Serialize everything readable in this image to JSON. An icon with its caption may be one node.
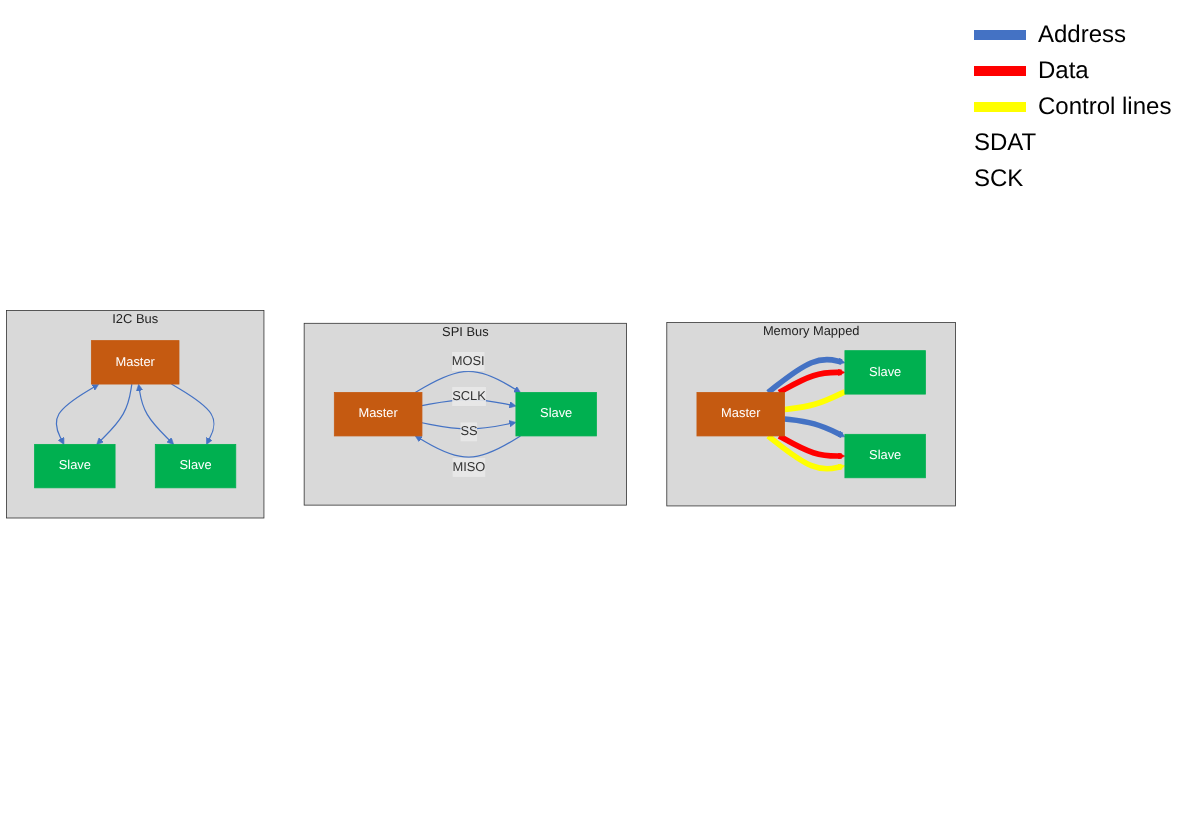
{
  "diagram": {
    "nodes": [
      {
        "text": [
          "Memory Mapped"
        ]
      },
      {
        "text": [
          "Master"
        ],
        "in": 0
      },
      {
        "text": [
          "Slave"
        ],
        "in": 0
      },
      {
        "text": [
          "Slave"
        ],
        "in": 0
      },
      {
        "text": [
          "SPI Bus"
        ]
      },
      {
        "text": [
          "Master"
        ],
        "in": 4
      },
      {
        "text": [
          "Slave"
        ],
        "in": 4
      },
      {
        "text": [
          "I2C Bus"
        ]
      },
      {
        "text": [
          "Master"
        ],
        "in": 7
      },
      {
        "text": [
          "Slave"
        ],
        "in": 7
      },
      {
        "text": [
          "Slave"
        ],
        "in": 7
      }
    ],
    "edges": [
      {
        "from": 1,
        "to": 2,
        "arrow": "to",
        "style": "thick",
        "color": "#4472c4"
      },
      {
        "from": 1,
        "to": 2,
        "arrow": "to",
        "style": "thick",
        "color": "#ff0000"
      },
      {
        "from": 1,
        "to": 2,
        "arrow": "none",
        "style": "thick",
        "color": "#ffff00"
      },
      {
        "from": 1,
        "to": 3,
        "arrow": "to",
        "style": "thick",
        "color": "#4472c4"
      },
      {
        "from": 1,
        "to": 3,
        "arrow": "to",
        "style": "thick",
        "color": "#ff0000"
      },
      {
        "from": 1,
        "to": 3,
        "arrow": "to",
        "style": "thick",
        "color": "#ffff00"
      },
      {
        "from": 6,
        "to": 5,
        "arrow": "to",
        "label": "MISO"
      },
      {
        "from": 5,
        "to": 6,
        "arrow": "to",
        "label": "MOSI"
      },
      {
        "from": 5,
        "to": 6,
        "arrow": "to",
        "label": "SCLK"
      },
      {
        "from": 5,
        "to": 6,
        "arrow": "to",
        "label": "SS"
      },
      {
        "from": 8,
        "to": 9,
        "arrow": "both"
      },
      {
        "from": 8,
        "to": 10,
        "arrow": "both"
      },
      {
        "from": 8,
        "to": 9,
        "arrow": "to"
      },
      {
        "from": 8,
        "to": 10,
        "arrow": "to"
      }
    ],
    "labels": [
      "SDAT",
      "SCK"
    ],
    "legend": [
      {
        "text": "Address",
        "color": "#4472c4"
      },
      {
        "text": "Data",
        "color": "#ff0000"
      },
      {
        "text": "Control lines",
        "color": "#ffff00"
      }
    ]
  }
}
